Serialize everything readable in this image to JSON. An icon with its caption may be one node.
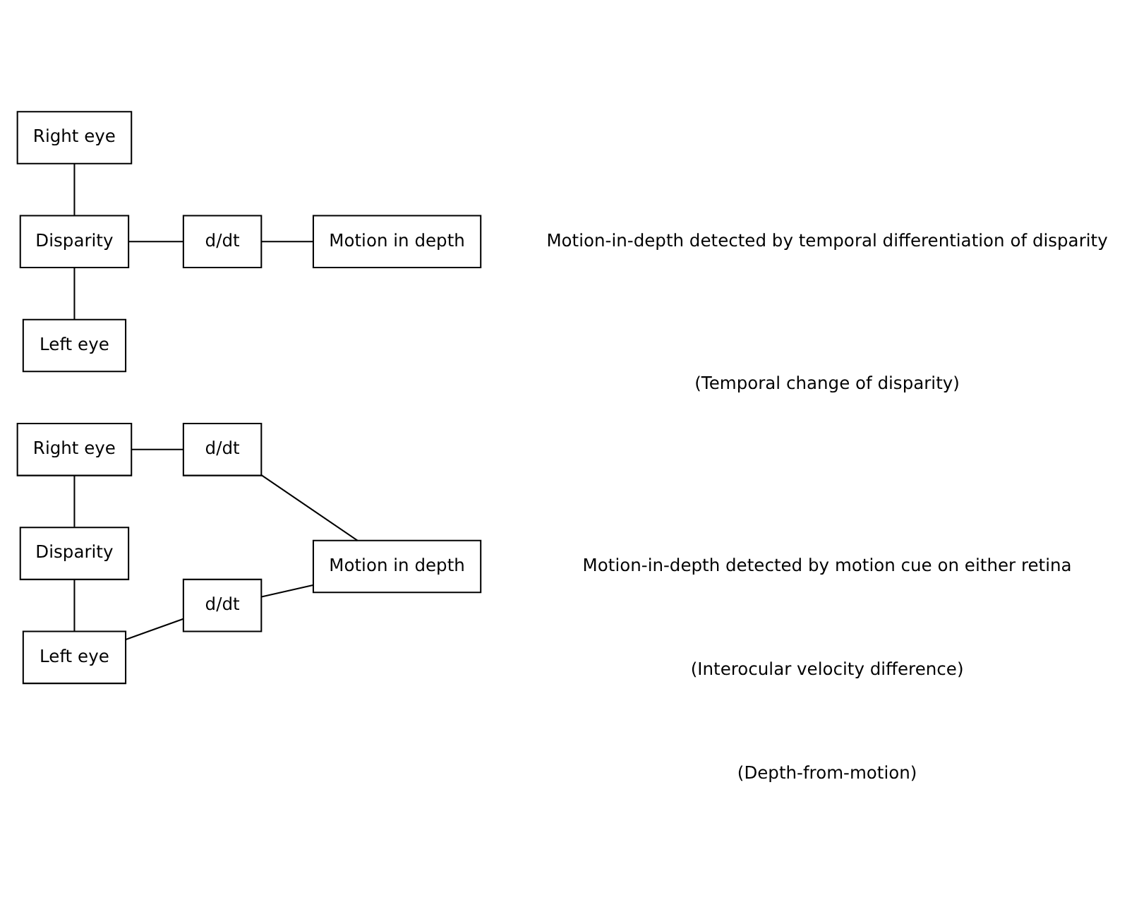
{
  "diagram": {
    "nodes": [
      {
        "text": [
          "Right eye"
        ]
      },
      {
        "text": [
          "d/dt"
        ]
      },
      {
        "text": [
          "Disparity"
        ]
      },
      {
        "text": [
          "Motion in depth"
        ]
      },
      {
        "text": [
          "Left eye"
        ]
      },
      {
        "text": [
          "d/dt"
        ]
      },
      {
        "text": [
          "Right eye"
        ]
      },
      {
        "text": [
          "Disparity"
        ]
      },
      {
        "text": [
          "d/dt"
        ]
      },
      {
        "text": [
          "Motion in depth"
        ]
      },
      {
        "text": [
          "Left eye"
        ]
      }
    ],
    "edges": [
      {
        "from": 0,
        "to": 1,
        "arrow": "none"
      },
      {
        "from": 1,
        "to": 3,
        "arrow": "none"
      },
      {
        "from": 0,
        "to": 2,
        "arrow": "none"
      },
      {
        "from": 2,
        "to": 4,
        "arrow": "none"
      },
      {
        "from": 4,
        "to": 5,
        "arrow": "none"
      },
      {
        "from": 5,
        "to": 3,
        "arrow": "none"
      },
      {
        "from": 6,
        "to": 7,
        "arrow": "none"
      },
      {
        "from": 7,
        "to": 8,
        "arrow": "none"
      },
      {
        "from": 8,
        "to": 9,
        "arrow": "none"
      },
      {
        "from": 7,
        "to": 10,
        "arrow": "none"
      }
    ],
    "labels": [
      "Motion-in-depth detected by motion cue on either retina",
      "(Interocular velocity difference)",
      "(Depth-from-motion)",
      "Motion-in-depth detected by temporal differentiation of disparity",
      "(Temporal change of disparity)"
    ]
  }
}
